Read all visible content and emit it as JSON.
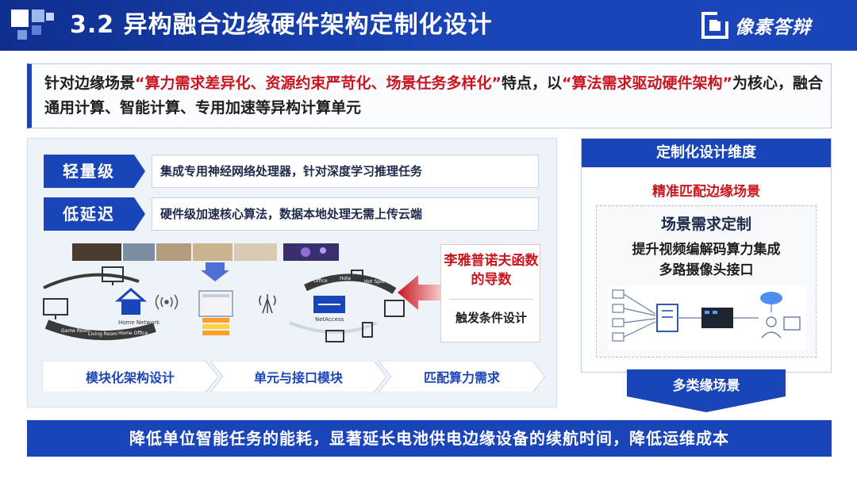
{
  "header": {
    "title": "3.2 异构融合边缘硬件架构定制化设计",
    "logo_text": "像素答辩"
  },
  "intro": {
    "part1": "针对边缘场景",
    "highlight1": "“算力需求差异化、资源约束严苛化、场景任务多样化”",
    "part2": "特点，以",
    "highlight2": "“算法需求驱动硬件架构”",
    "part3": "为核心，融合通用计算、智能计算、专用加速等异构计算单元"
  },
  "features": [
    {
      "tag": "轻量级",
      "desc": "集成专用神经网络处理器，针对深度学习推理任务"
    },
    {
      "tag": "低延迟",
      "desc": "硬件级加速核心算法，数据本地处理无需上传云端"
    }
  ],
  "diagram_labels": {
    "home_network": "Home Network",
    "net_access": "NetAccess",
    "office": "Office",
    "hotel": "Hotel",
    "hot_spot": "Hot Spot",
    "game_room": "Game Room",
    "living_room": "Living Room",
    "home_office": "Home Office"
  },
  "callout": {
    "title": "李雅普诺夫函数的导数",
    "subtitle": "触发条件设计"
  },
  "steps": [
    "模块化架构设计",
    "单元与接口模块",
    "匹配算力需求"
  ],
  "right_panel": {
    "header": "定制化设计维度",
    "red_title": "精准匹配边缘场景",
    "scene_title": "场景需求定制",
    "scene_desc_line1": "提升视频编解码算力集成",
    "scene_desc_line2": "多路摄像头接口",
    "bottom_label": "多类缘场景"
  },
  "footer": {
    "text": "降低单位智能任务的能耗，显著延长电池供电边缘设备的续航时间，降低运维成本"
  },
  "colors": {
    "primary_blue": "#1a45b8",
    "dark_blue": "#0f2f8f",
    "highlight_red": "#c9151e",
    "panel_bg": "#eef2f9"
  }
}
